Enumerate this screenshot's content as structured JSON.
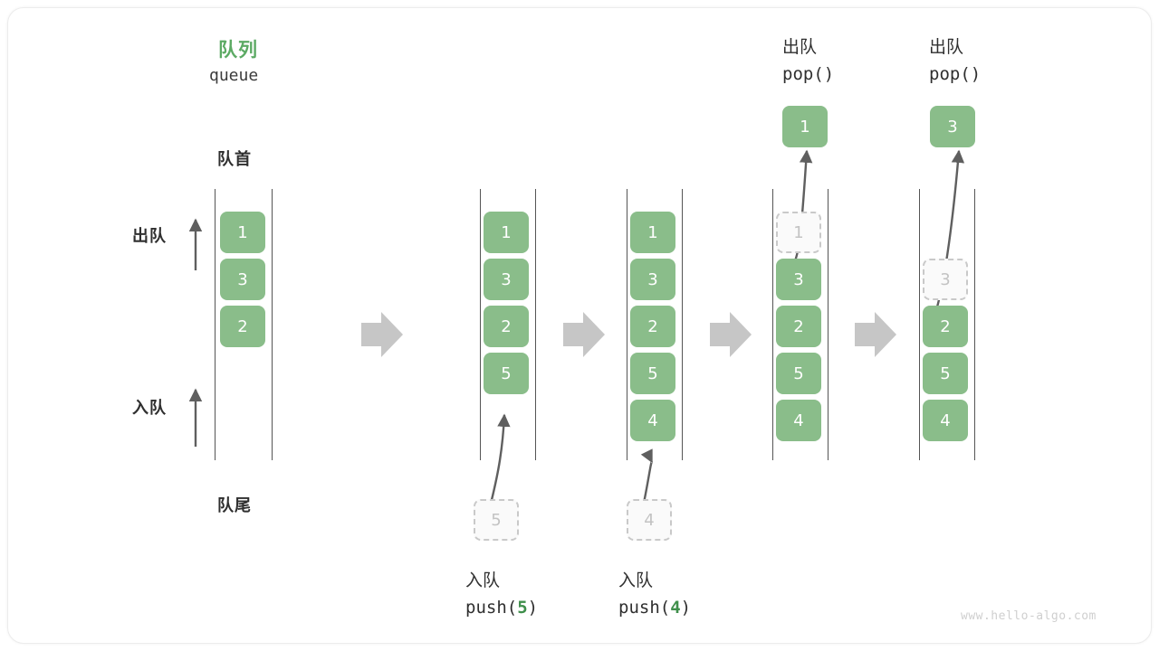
{
  "diagram": {
    "title_cn": "队列",
    "title_en": "queue",
    "front_label": "队首",
    "rear_label": "队尾",
    "dequeue_label": "出队",
    "enqueue_label": "入队",
    "accent_green": "#5caa64",
    "cell_green": "#8abd8a",
    "ghost_gray": "#c9c9c9",
    "watermark": "www.hello-algo.com"
  },
  "columns": [
    {
      "id": "initial",
      "cells": [
        "1",
        "3",
        "2"
      ],
      "ghost_index": null,
      "caption_cn": "",
      "caption_code": "",
      "popped": null,
      "pushed": null
    },
    {
      "id": "push-5",
      "cells": [
        "1",
        "3",
        "2",
        "5"
      ],
      "ghost_index": null,
      "caption_cn": "入队",
      "caption_code_prefix": "push(",
      "caption_code_arg": "5",
      "caption_code_suffix": ")",
      "pushed": "5"
    },
    {
      "id": "push-4",
      "cells": [
        "1",
        "3",
        "2",
        "5",
        "4"
      ],
      "ghost_index": null,
      "caption_cn": "入队",
      "caption_code_prefix": "push(",
      "caption_code_arg": "4",
      "caption_code_suffix": ")",
      "pushed": "4"
    },
    {
      "id": "pop-1",
      "cells": [
        "1",
        "3",
        "2",
        "5",
        "4"
      ],
      "ghost_index": 0,
      "header_cn": "出队",
      "header_code": "pop()",
      "popped": "1"
    },
    {
      "id": "pop-3",
      "cells": [
        "3",
        "2",
        "5",
        "4"
      ],
      "ghost_index": 0,
      "header_cn": "出队",
      "header_code": "pop()",
      "popped": "3"
    }
  ]
}
